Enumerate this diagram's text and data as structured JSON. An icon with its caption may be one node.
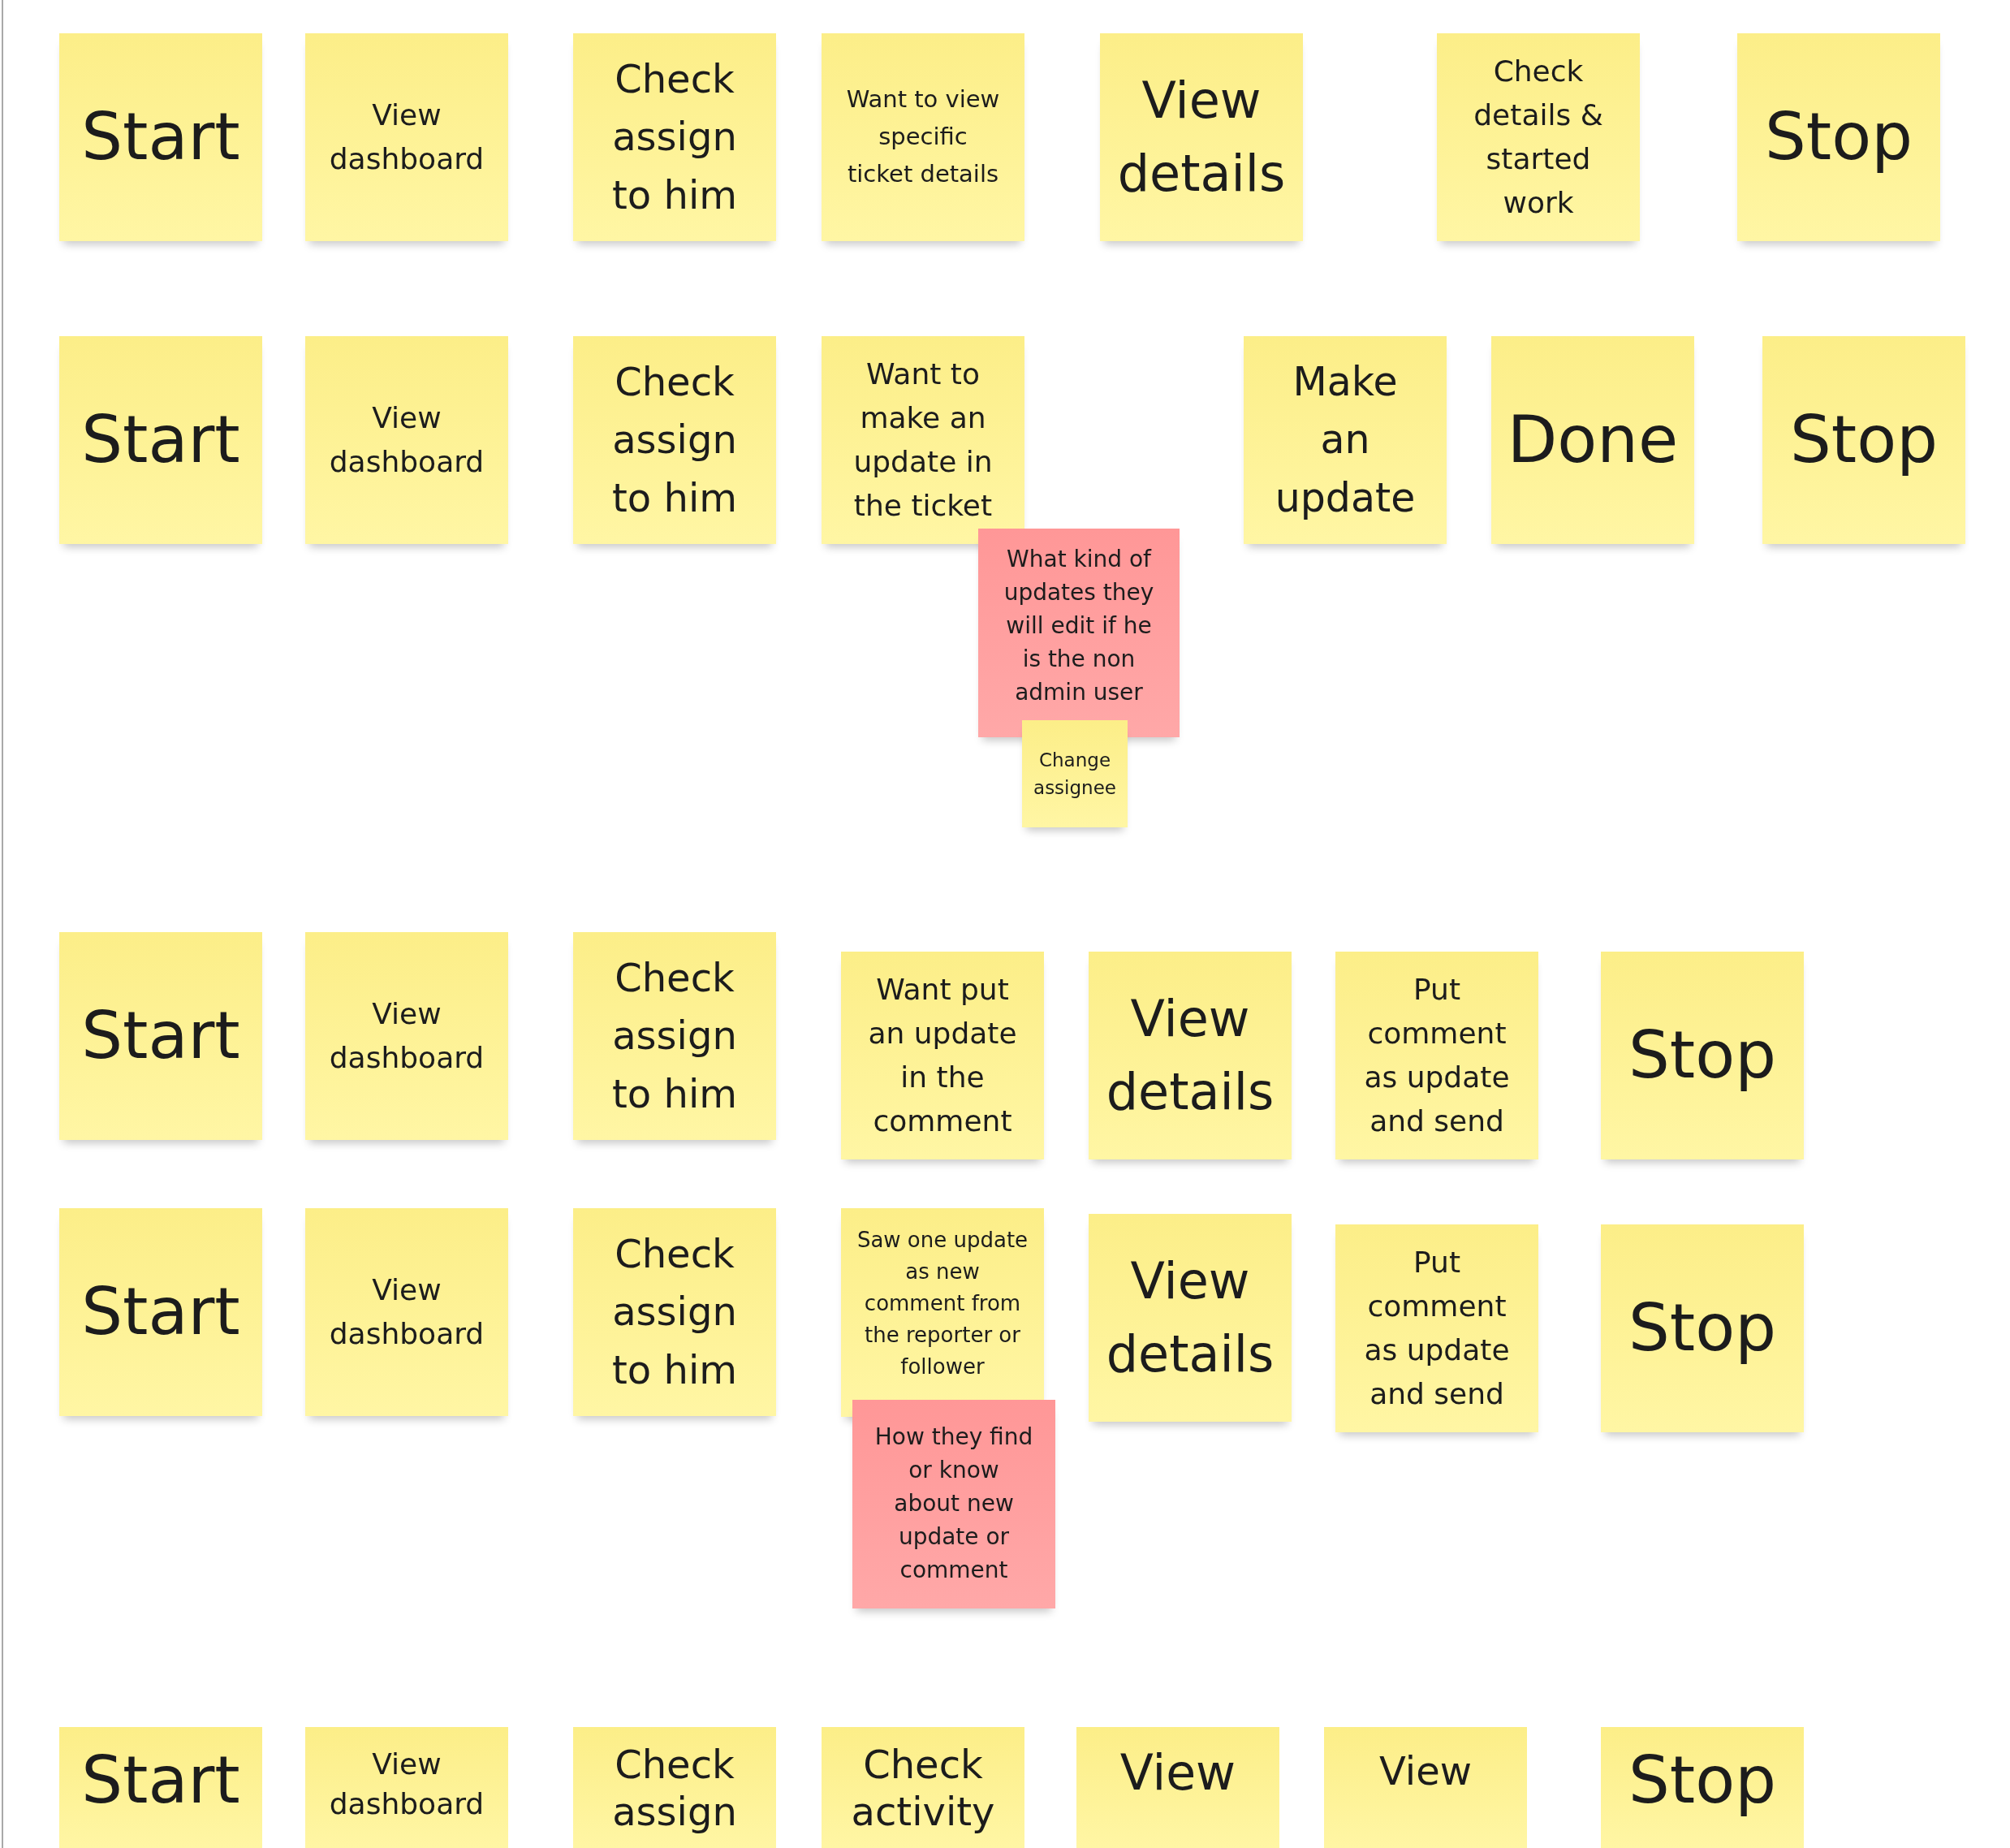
{
  "diagram": {
    "nodes": [
      {
        "text": [
          "Start"
        ]
      },
      {
        "text": [
          "View dashboard"
        ]
      },
      {
        "text": [
          "Check assign to him"
        ]
      },
      {
        "text": [
          "Want to view specific ticket details"
        ]
      },
      {
        "text": [
          "View details"
        ]
      },
      {
        "text": [
          "Check details & started work"
        ]
      },
      {
        "text": [
          "Stop"
        ]
      },
      {
        "text": [
          "Start"
        ]
      },
      {
        "text": [
          "View dashboard"
        ]
      },
      {
        "text": [
          "Check assign to him"
        ]
      },
      {
        "text": [
          "Want to make an update in the ticket"
        ]
      },
      {
        "text": [
          "What kind of updates they will edit if he is the non admin user"
        ]
      },
      {
        "text": [
          "Change assignee"
        ]
      },
      {
        "text": [
          "Make an update"
        ]
      },
      {
        "text": [
          "Done"
        ]
      },
      {
        "text": [
          "Stop"
        ]
      },
      {
        "text": [
          "Start"
        ]
      },
      {
        "text": [
          "View dashboard"
        ]
      },
      {
        "text": [
          "Check assign to him"
        ]
      },
      {
        "text": [
          "Want put an update in the comment"
        ]
      },
      {
        "text": [
          "View details"
        ]
      },
      {
        "text": [
          "Put comment as update and send"
        ]
      },
      {
        "text": [
          "Stop"
        ]
      },
      {
        "text": [
          "Start"
        ]
      },
      {
        "text": [
          "View dashboard"
        ]
      },
      {
        "text": [
          "Check assign to him"
        ]
      },
      {
        "text": [
          "Saw one update as new comment from the reporter or follower"
        ]
      },
      {
        "text": [
          "How they find or know about new update or comment"
        ]
      },
      {
        "text": [
          "View details"
        ]
      },
      {
        "text": [
          "Put comment as update and send"
        ]
      },
      {
        "text": [
          "Stop"
        ]
      },
      {
        "text": [
          "Start"
        ]
      },
      {
        "text": [
          "View dashboard"
        ]
      },
      {
        "text": [
          "Check assign"
        ]
      },
      {
        "text": [
          "Check activity"
        ]
      },
      {
        "text": [
          "View"
        ]
      },
      {
        "text": [
          "View"
        ]
      },
      {
        "text": [
          "Stop"
        ]
      }
    ]
  }
}
